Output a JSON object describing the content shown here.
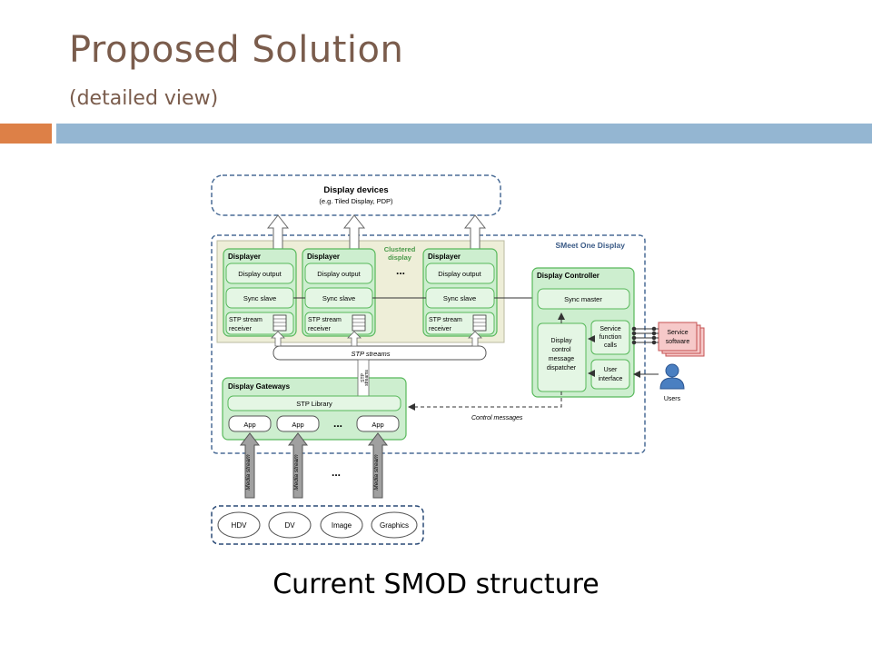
{
  "slide": {
    "title": "Proposed Solution",
    "subtitle": "(detailed view)",
    "caption": "Current SMOD structure"
  },
  "diagram": {
    "display_devices": {
      "title": "Display devices",
      "subtitle": "(e.g. Tiled Display, PDP)"
    },
    "smeet_label": "SMeet One Display",
    "clustered_label": [
      "Clustered",
      "display"
    ],
    "displayer": {
      "title": "Displayer",
      "output": "Display output",
      "sync": "Sync slave",
      "stp1": "STP stream",
      "stp2": "receiver"
    },
    "dots": "...",
    "stp_streams": "STP streams",
    "gateways": {
      "title": "Display Gateways",
      "library": "STP Library",
      "app": "App",
      "stp_vertical1": "STP",
      "stp_vertical2": "streams"
    },
    "controller": {
      "title": "Display Controller",
      "sync_master": "Sync master",
      "dispatcher": [
        "Display",
        "control",
        "message",
        "dispatcher"
      ],
      "service_calls": [
        "Service",
        "function",
        "calls"
      ],
      "user_interface": [
        "User",
        "interface"
      ]
    },
    "service_software": [
      "Service",
      "software"
    ],
    "users": "Users",
    "control_messages": "Control messages",
    "media_stream": "Media stream",
    "sources": [
      "HDV",
      "DV",
      "Image",
      "Graphics"
    ]
  },
  "colors": {
    "title": "#7a5c4c",
    "accent_orange": "#dd8047",
    "accent_blue": "#94b6d2",
    "green_fill": "#cdeecf",
    "green_stroke": "#57b85a",
    "dashed_blue": "#4a6c96"
  }
}
